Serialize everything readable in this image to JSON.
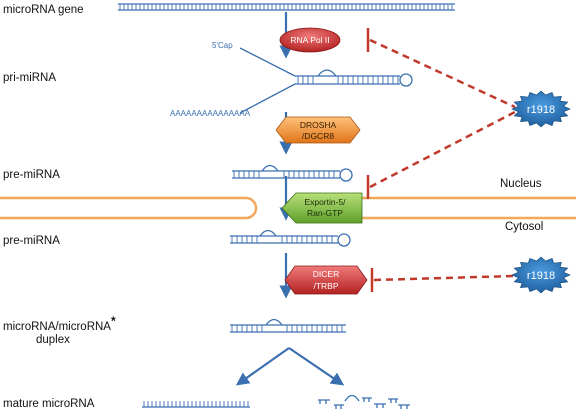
{
  "labels": {
    "gene": "microRNA gene",
    "pri": "pri-miRNA",
    "pre1": "pre-miRNA",
    "pre2": "pre-miRNA",
    "duplex_line1": "microRNA/microRNA",
    "duplex_star": "*",
    "duplex_line2": "duplex",
    "mature": "mature microRNA",
    "nucleus": "Nucleus",
    "cytosol": "Cytosol",
    "cap": "5'Cap",
    "polya": "AAAAAAAAAAAAAAA"
  },
  "enzymes": {
    "pol2": "RNA  Pol II",
    "drosha_line1": "DROSHA",
    "drosha_line2": "/DGCR8",
    "exportin_line1": "Exportin-5/",
    "exportin_line2": "Ran-GTP",
    "dicer_line1": "DICER",
    "dicer_line2": "/TRBP"
  },
  "inhibitor": {
    "top": "r1918",
    "bottom": "r1918"
  },
  "colors": {
    "rna": "#3a6fb0",
    "inhibition": "#c0392b",
    "membrane": "#f0a85a",
    "pol2": "#d33a3a",
    "drosha": "#f08a1c",
    "exportin": "#7bbf3a",
    "dicer": "#d33a3a",
    "inhibitor": "#2f7fc6"
  }
}
